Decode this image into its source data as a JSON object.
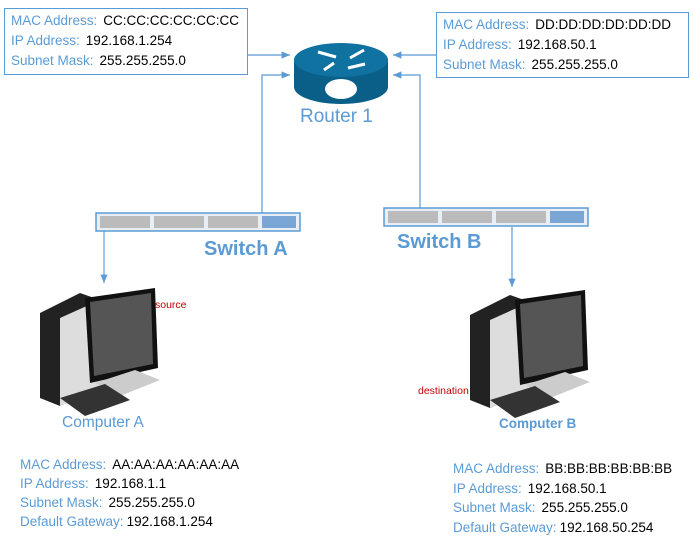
{
  "router": {
    "label": "Router 1",
    "left_interface": {
      "mac_label": "MAC Address:",
      "mac": "CC:CC:CC:CC:CC:CC",
      "ip_label": "IP Address:",
      "ip": "192.168.1.254",
      "mask_label": "Subnet Mask:",
      "mask": "255.255.255.0"
    },
    "right_interface": {
      "mac_label": "MAC Address:",
      "mac": "DD:DD:DD:DD:DD:DD",
      "ip_label": "IP Address:",
      "ip": "192.168.50.1",
      "mask_label": "Subnet Mask:",
      "mask": "255.255.255.0"
    }
  },
  "switch_a": {
    "label": "Switch A"
  },
  "switch_b": {
    "label": "Switch B"
  },
  "computer_a": {
    "label": "Computer A",
    "note": "source",
    "mac_label": "MAC Address:",
    "mac": "AA:AA:AA:AA:AA:AA",
    "ip_label": "IP Address:",
    "ip": "192.168.1.1",
    "mask_label": "Subnet Mask:",
    "mask": "255.255.255.0",
    "gw_label": "Default Gateway:",
    "gw": "192.168.1.254"
  },
  "computer_b": {
    "label": "Computer B",
    "note": "destination",
    "mac_label": "MAC Address:",
    "mac": "BB:BB:BB:BB:BB:BB",
    "ip_label": "IP Address:",
    "ip": "192.168.50.1",
    "mask_label": "Subnet Mask:",
    "mask": "255.255.255.0",
    "gw_label": "Default Gateway:",
    "gw": "192.168.50.254"
  },
  "colors": {
    "accent": "#5b9bd5",
    "router": "#0a6690",
    "note": "#c00000"
  }
}
